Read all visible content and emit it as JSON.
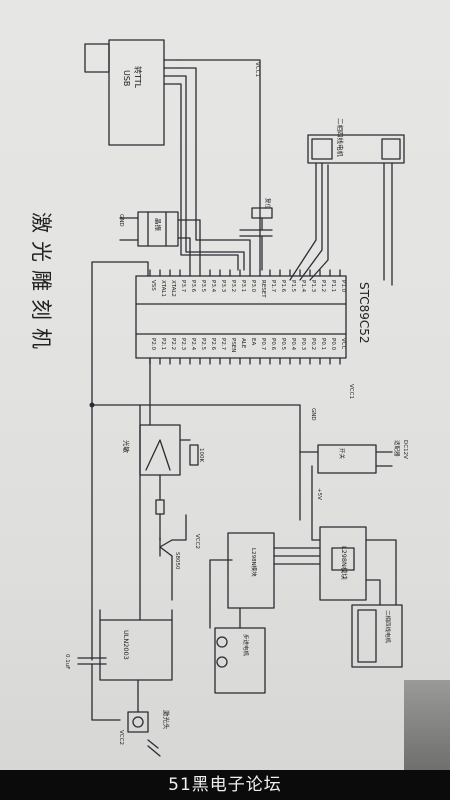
{
  "title": "激光雕刻机",
  "usb_module": {
    "line1": "USB",
    "line2": "转TTL"
  },
  "power_labels": {
    "vcc1": "VCC1",
    "vcc2": "VCC2",
    "gnd": "GND",
    "plus5v": "+5V"
  },
  "mcu": {
    "name": "STC89C52",
    "left_pins": [
      "P1.0",
      "P1.1",
      "P1.2",
      "P1.3",
      "P1.4",
      "P1.5",
      "P1.6",
      "P1.7",
      "RESET",
      "P3.0",
      "P3.1",
      "P3.2",
      "P3.3",
      "P3.4",
      "P3.5",
      "P3.6",
      "P3.7",
      "XTAL2",
      "XTAL1",
      "VSS"
    ],
    "right_pins": [
      "VCC",
      "P0.0",
      "P0.1",
      "P0.2",
      "P0.3",
      "P0.4",
      "P0.5",
      "P0.6",
      "P0.7",
      "EA",
      "ALE",
      "PSEN",
      "P2.7",
      "P2.6",
      "P2.5",
      "P2.4",
      "P2.3",
      "P2.2",
      "P2.1",
      "P2.0"
    ]
  },
  "crystal_label": "晶振",
  "reset_label": "复位",
  "stepper1": "二相四线电机",
  "stepper2": "二相四线电机",
  "driver1": "L298N模块",
  "driver2": "L298N模块",
  "power_in": {
    "label": "DC12V",
    "sub": "适配器"
  },
  "photo_label": "光敏",
  "resistor_label": "100K",
  "transistor_label": "S8050",
  "chip_label": "ULN2003",
  "cap_label": "0.1uF",
  "laser_label": "激光头",
  "motor_label": "步进电机",
  "watermark": "51黑电子论坛"
}
